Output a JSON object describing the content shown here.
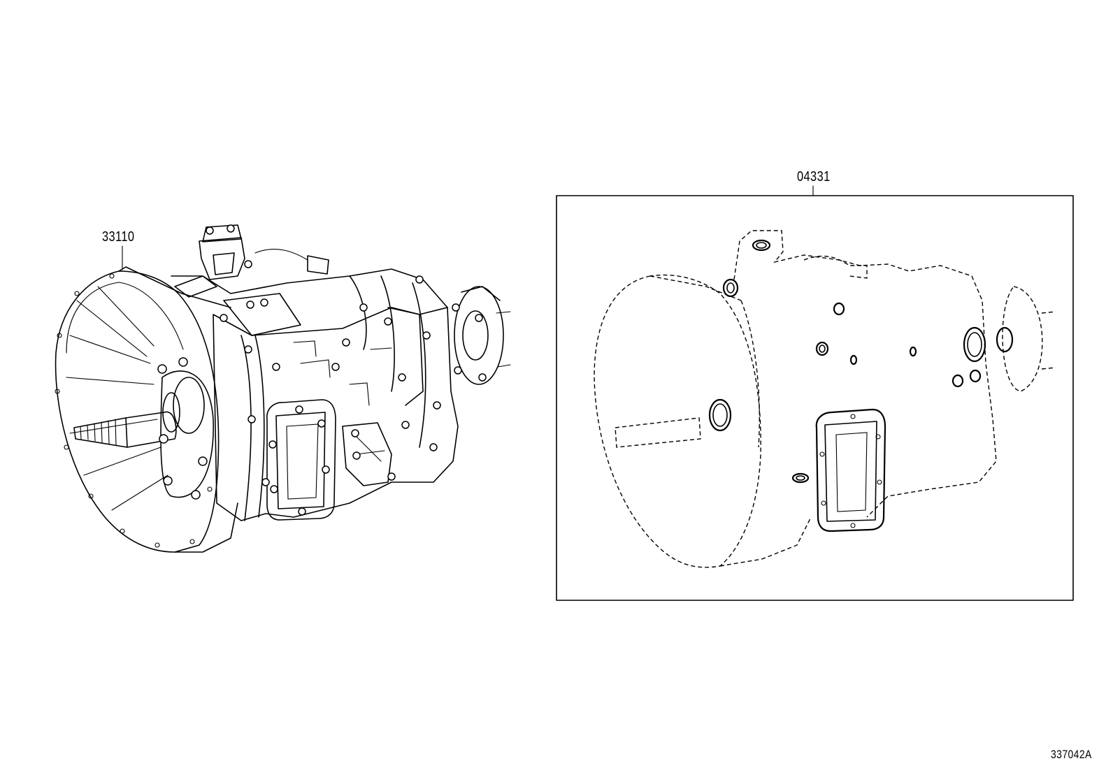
{
  "diagram": {
    "parts": [
      {
        "id": "assembly",
        "number": "33110"
      },
      {
        "id": "gasket_kit",
        "number": "04331"
      }
    ],
    "figure_code": "337042A"
  }
}
